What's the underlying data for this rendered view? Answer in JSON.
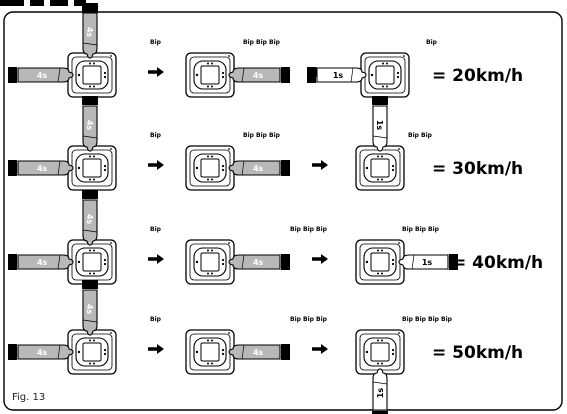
{
  "figure_label": "Fig. 13",
  "rows": [
    {
      "speed": "= 20km/h",
      "step1_beep": "Bip",
      "step2_beep": "Bip Bip Bip",
      "step3_beep": "Bip",
      "hold_top": "4s",
      "hold_left": "4s",
      "hold_step2": "4s",
      "hold_step3": "1s",
      "step3_press": "left"
    },
    {
      "speed": "= 30km/h",
      "step1_beep": "Bip",
      "step2_beep": "Bip Bip Bip",
      "step3_beep": "Bip Bip",
      "hold_top": "4s",
      "hold_left": "4s",
      "hold_step2": "4s",
      "hold_step3": "1s",
      "step3_press": "top"
    },
    {
      "speed": "= 40km/h",
      "step1_beep": "Bip",
      "step2_beep": "Bip Bip Bip",
      "step3_beep": "Bip Bip Bip",
      "hold_top": "4s",
      "hold_left": "4s",
      "hold_step2": "4s",
      "hold_step3": "1s",
      "step3_press": "right"
    },
    {
      "speed": "= 50km/h",
      "step1_beep": "Bip",
      "step2_beep": "Bip Bip Bip",
      "step3_beep": "Bip Bip Bip Bip",
      "hold_top": "4s",
      "hold_left": "4s",
      "hold_step2": "4s",
      "hold_step3": "1s",
      "step3_press": "bottom"
    }
  ],
  "colors": {
    "ink": "#000000",
    "hand_fill": "#b8b8b8",
    "device_fill": "#ffffff",
    "frame": "#000000"
  },
  "icons": [
    "remote-control-icon",
    "hand-icon",
    "arrow-right-icon"
  ]
}
